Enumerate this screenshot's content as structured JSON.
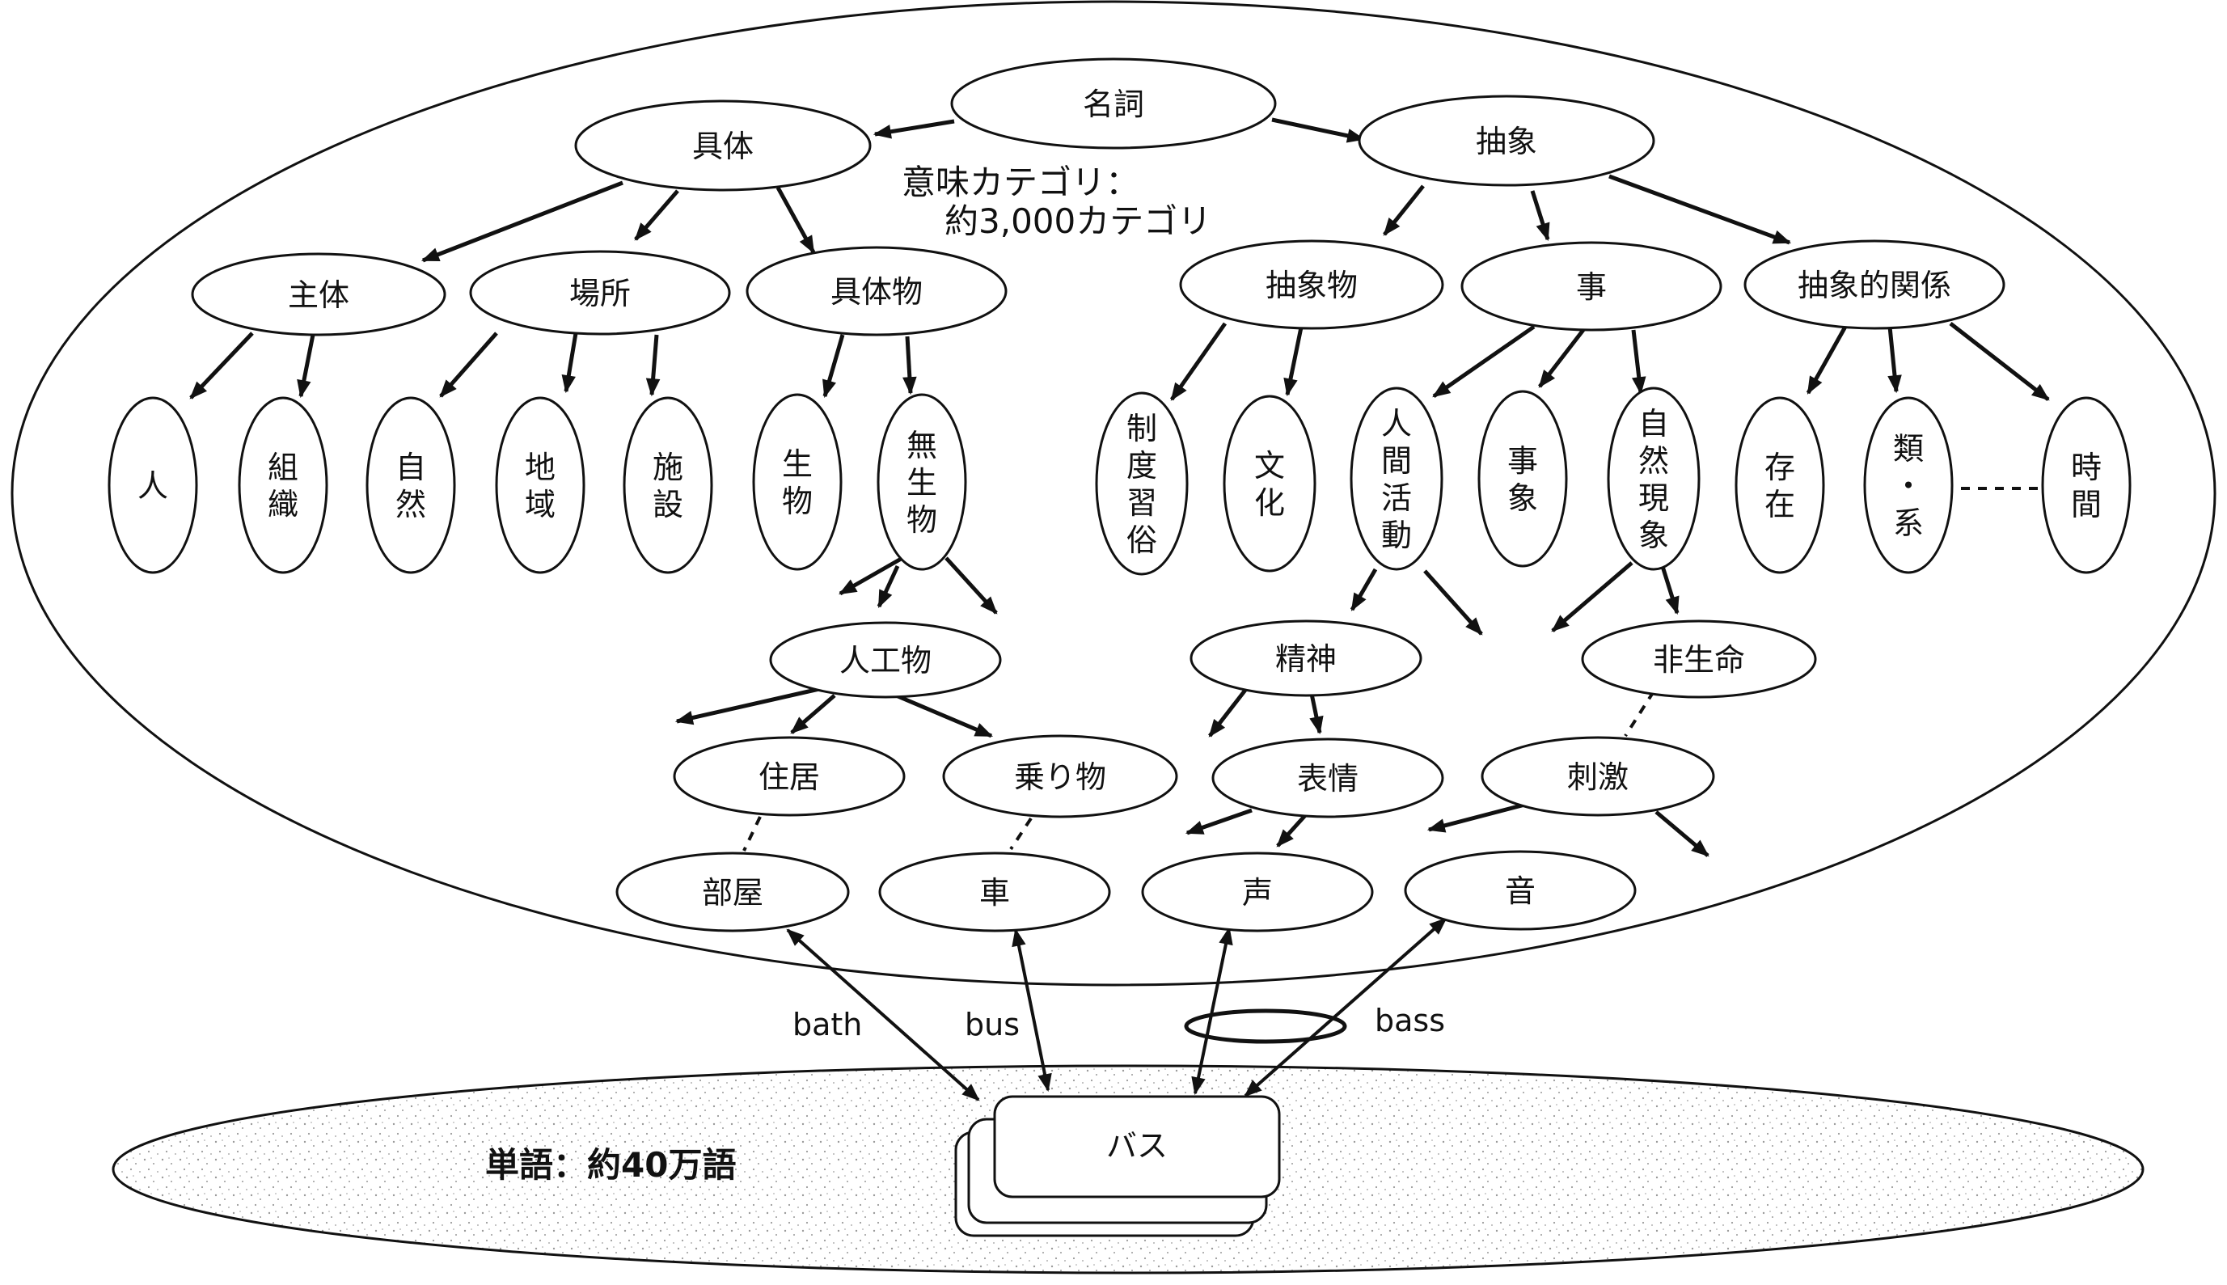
{
  "colors": {
    "ink": "#111111",
    "stipple": "#9a9a9a",
    "paper": "#ffffff"
  },
  "category_note": {
    "line1": "意味カテゴリ：",
    "line2": "約3,000カテゴリ"
  },
  "word_note": "単語：約40万語",
  "word": "バス",
  "senses": {
    "bath": "bath",
    "bus": "bus",
    "bass": "bass"
  },
  "nodes": {
    "meishi": "名詞",
    "gutai": "具体",
    "chusho": "抽象",
    "shutai": "主体",
    "basho": "場所",
    "gutaibutsu": "具体物",
    "chushobutsu": "抽象物",
    "koto": "事",
    "chushotekikankei": "抽象的関係",
    "hito": "人",
    "soshiki": "組織",
    "shizen": "自然",
    "chiiki": "地域",
    "shisetsu": "施設",
    "seibutsu": "生物",
    "museibutsu": "無生物",
    "seidoshuzoku": "制度習俗",
    "bunka": "文化",
    "ningenkatsudo": "人間活動",
    "jisho": "事象",
    "shizengensho": "自然現象",
    "sonzai": "存在",
    "rui_kei": "類・系",
    "jikan": "時間",
    "jinkobutsu": "人工物",
    "seishin": "精神",
    "hiseimei": "非生命",
    "jukyo": "住居",
    "norimono": "乗り物",
    "hyojo": "表情",
    "shigeki": "刺激",
    "heya": "部屋",
    "kuruma": "車",
    "koe": "声",
    "oto": "音"
  }
}
